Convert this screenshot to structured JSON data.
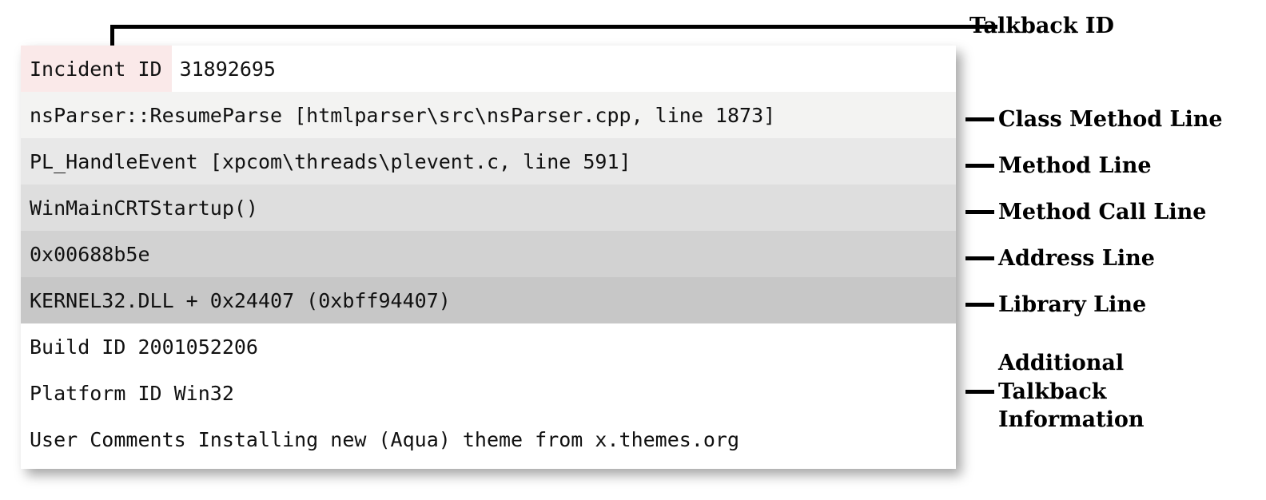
{
  "figure": {
    "title_region": "talkback-incident-record-annotated-diagram"
  },
  "panel": {
    "incident": {
      "label": "Incident ID",
      "value": "31892695",
      "label_highlight_color": "#fae9e9"
    },
    "rows": [
      {
        "text": "nsParser::ResumeParse [htmlparser\\src\\nsParser.cpp, line 1873]",
        "bg": "#f3f3f2"
      },
      {
        "text": "PL_HandleEvent [xpcom\\threads\\plevent.c, line 591]",
        "bg": "#e8e8e8"
      },
      {
        "text": "WinMainCRTStartup()",
        "bg": "#dedede"
      },
      {
        "text": "0x00688b5e",
        "bg": "#d2d2d2"
      },
      {
        "text": "KERNEL32.DLL + 0x24407 (0xbff94407)",
        "bg": "#c7c7c7"
      },
      {
        "text": "Build ID 2001052206",
        "bg": "#ffffff"
      },
      {
        "text": "Platform ID Win32",
        "bg": "#ffffff"
      },
      {
        "text": "User Comments Installing new (Aqua) theme from x.themes.org",
        "bg": "#ffffff"
      }
    ]
  },
  "annotations": {
    "talkback_id": "Talkback ID",
    "class_method_line": "Class Method Line",
    "method_line": "Method Line",
    "method_call_line": "Method Call Line",
    "address_line": "Address Line",
    "library_line": "Library Line",
    "additional_talkback_information": "Additional Talkback Information"
  }
}
